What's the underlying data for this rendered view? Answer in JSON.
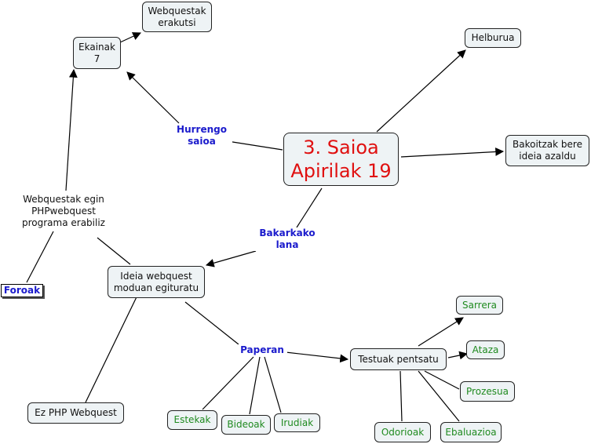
{
  "nodes": {
    "main": "3. Saioa\nApirilak 19",
    "helburua": "Helburua",
    "bakoitzak": "Bakoitzak bere ideia azaldu",
    "ekainak": "Ekainak 7",
    "webquestak_erakutsi": "Webquestak erakutsi",
    "webquestak_egin": "Webquestak egin PHPwebquest programa erabiliz",
    "foroak": "Foroak",
    "ideia": "Ideia webquest moduan egituratu",
    "ez_php": "Ez PHP Webquest",
    "testuak": "Testuak pentsatu",
    "sarrera": "Sarrera",
    "ataza": "Ataza",
    "prozesua": "Prozesua",
    "ebaluazioa": "Ebaluazioa",
    "odorioak": "Odorioak",
    "estekak": "Estekak",
    "bideoak": "Bideoak",
    "irudiak": "Irudiak"
  },
  "links": {
    "hurrengo": "Hurrengo saioa",
    "bakarkako": "Bakarkako lana",
    "paperan": "Paperan"
  },
  "colors": {
    "node_fill": "#eef3f5",
    "link_text": "#1a1acc",
    "main_text": "#e01010",
    "leaf_text": "#1f8a1f"
  }
}
